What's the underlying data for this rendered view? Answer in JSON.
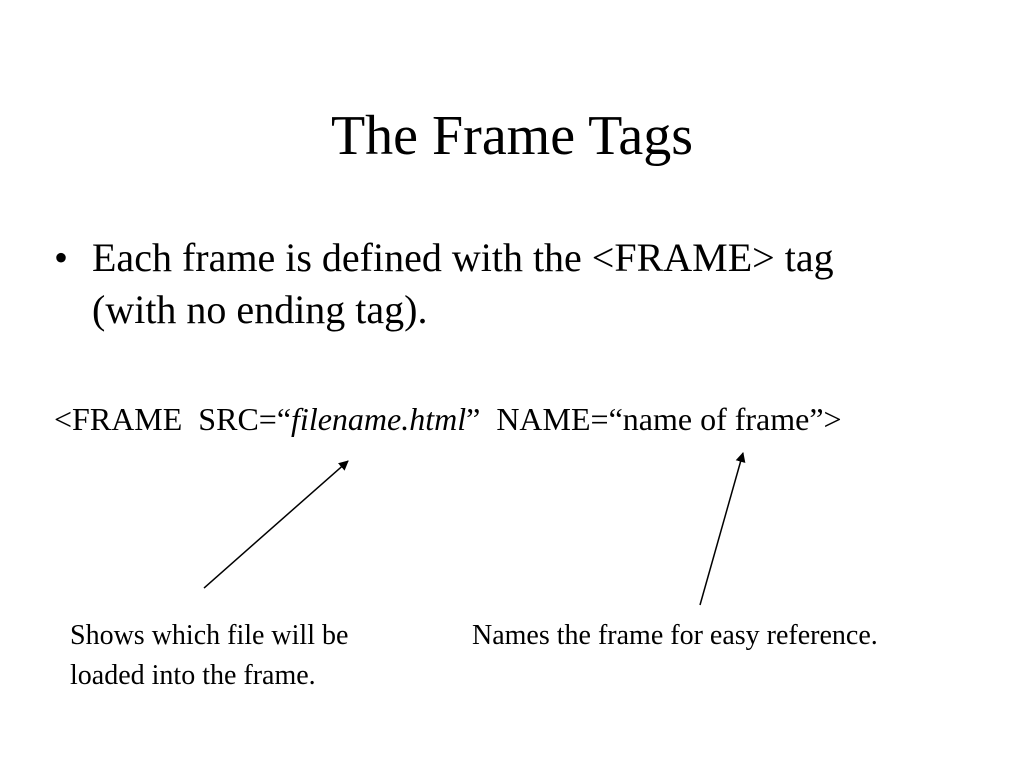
{
  "slide": {
    "title": "The Frame Tags",
    "bullet": {
      "marker": "•",
      "line1": "Each frame is defined with the <FRAME> tag",
      "line2": "(with no ending tag)."
    },
    "code": {
      "part1": "<FRAME  SRC=“",
      "filename": "filename.html",
      "part2": "”  NAME=“name of frame”>"
    },
    "annotations": {
      "src_note_line1": "Shows which file will be",
      "src_note_line2": "loaded into the frame.",
      "name_note": "Names the frame for easy reference."
    }
  }
}
